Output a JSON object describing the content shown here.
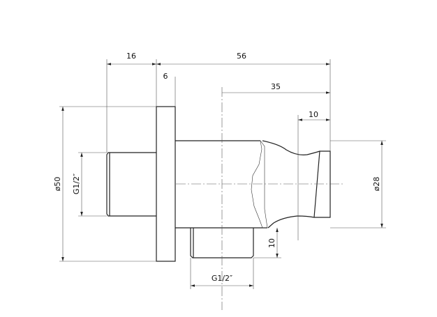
{
  "drawing": {
    "dimensions": {
      "overall_length": "56",
      "rear_thread_length": "16",
      "flange_thickness": "6",
      "outlet_to_front": "35",
      "holder_end": "10",
      "flange_diameter": "ø50",
      "body_diameter": "ø28",
      "rear_thread": "G1/2″",
      "outlet_thread_length": "10",
      "outlet_thread": "G1/2″"
    }
  }
}
